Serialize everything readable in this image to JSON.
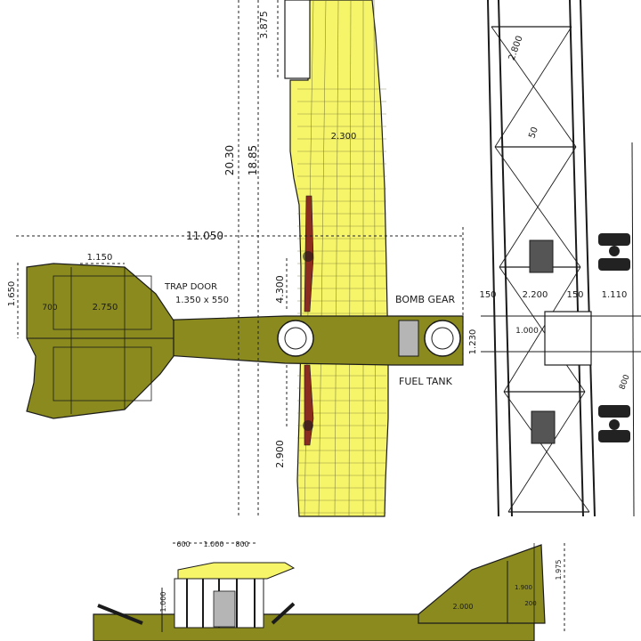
{
  "colors": {
    "wing_yellow": "#f6f56a",
    "olive": "#8a8a1e",
    "olive_dark": "#6f6f15",
    "ink": "#1b1b1b",
    "propeller": "#8b2c1e",
    "grey_box": "#b5b5b5"
  },
  "dimensions": {
    "top_overall": "3.875",
    "chord_large": "20.30",
    "chord_inner": "18.85",
    "wing_panel": "2.300",
    "span_tail_to_bombgear": "11.050",
    "tail_chord": "1.150",
    "tail_height": "1.650",
    "elevator_a": "700",
    "elevator_b": "2.750",
    "prop_spacing": "4.300",
    "bottom_chord": "2.900",
    "nose_width": "1.230",
    "strut_top": "2.800",
    "strut_mid": "50",
    "front_left": "150",
    "front_mid": "2.200",
    "front_right": "150",
    "front_side": "1.110",
    "gear_bar": "1.000",
    "gear_lower": "800",
    "side_top_a": "600",
    "side_top_b": "1.000",
    "side_top_c": "800",
    "side_height": "1.000",
    "side_tail_a": "1.975",
    "side_tail_b": "2.000",
    "side_tail_c": "1.900",
    "side_tail_d": "200"
  },
  "labels": {
    "trap_door": "TRAP DOOR",
    "trap_door_size": "1.350 x 550",
    "bomb_gear": "BOMB GEAR",
    "fuel_tank": "FUEL TANK"
  }
}
